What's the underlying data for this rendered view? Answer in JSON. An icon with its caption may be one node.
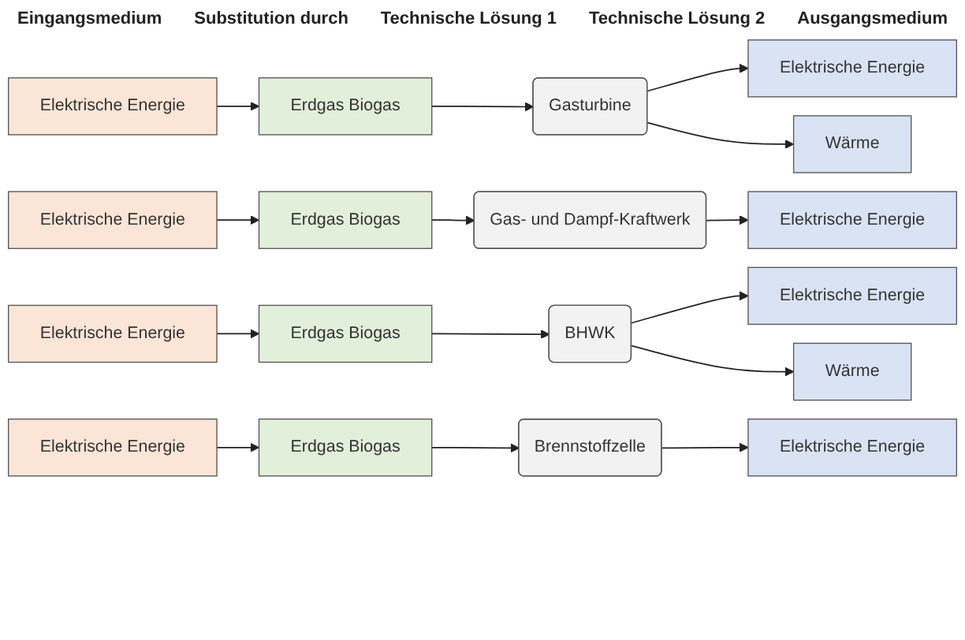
{
  "diagram": {
    "nodes": [
      {
        "text": [
          "Elektrische Energie"
        ]
      },
      {
        "text": [
          "Erdgas Biogas"
        ]
      },
      {
        "text": [
          "Gasturbine"
        ]
      },
      {
        "text": [
          "Elektrische Energie"
        ]
      },
      {
        "text": [
          "Wärme"
        ]
      },
      {
        "text": [
          "Elektrische Energie"
        ]
      },
      {
        "text": [
          "Erdgas Biogas"
        ]
      },
      {
        "text": [
          "Gas- und Dampf-Kraftwerk"
        ]
      },
      {
        "text": [
          "Elektrische Energie"
        ]
      },
      {
        "text": [
          "Elektrische Energie"
        ]
      },
      {
        "text": [
          "Erdgas Biogas"
        ]
      },
      {
        "text": [
          "BHWK"
        ]
      },
      {
        "text": [
          "Elektrische Energie"
        ]
      },
      {
        "text": [
          "Wärme"
        ]
      },
      {
        "text": [
          "Elektrische Energie"
        ]
      },
      {
        "text": [
          "Erdgas Biogas"
        ]
      },
      {
        "text": [
          "Brennstoffzelle"
        ]
      },
      {
        "text": [
          "Elektrische Energie"
        ]
      }
    ],
    "edges": [
      {
        "from": 0,
        "to": 1,
        "arrow": "to"
      },
      {
        "from": 1,
        "to": 2,
        "arrow": "to"
      },
      {
        "from": 2,
        "to": 3,
        "arrow": "to"
      },
      {
        "from": 2,
        "to": 4,
        "arrow": "to"
      },
      {
        "from": 5,
        "to": 6,
        "arrow": "to"
      },
      {
        "from": 6,
        "to": 7,
        "arrow": "to"
      },
      {
        "from": 7,
        "to": 8,
        "arrow": "to"
      },
      {
        "from": 9,
        "to": 10,
        "arrow": "to"
      },
      {
        "from": 10,
        "to": 11,
        "arrow": "to"
      },
      {
        "from": 11,
        "to": 12,
        "arrow": "to"
      },
      {
        "from": 11,
        "to": 13,
        "arrow": "to"
      },
      {
        "from": 14,
        "to": 15,
        "arrow": "to"
      },
      {
        "from": 15,
        "to": 16,
        "arrow": "to"
      },
      {
        "from": 16,
        "to": 17,
        "arrow": "to"
      }
    ],
    "labels": [
      "Eingangsmedium",
      "Substitution durch",
      "Technische Lösung 1",
      "Technische Lösung 2",
      "Ausgangsmedium"
    ]
  }
}
